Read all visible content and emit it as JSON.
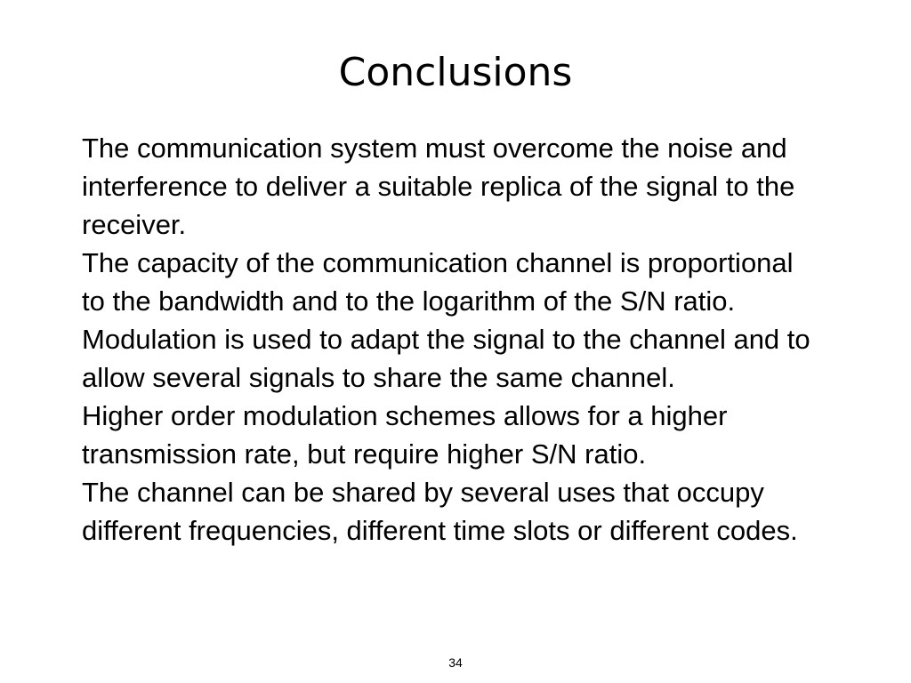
{
  "slide": {
    "title": "Conclusions",
    "paragraphs": [
      "The communication system must overcome the noise and interference to deliver a suitable replica of the signal to the receiver.",
      "The capacity of the communication channel is proportional to the bandwidth and to the logarithm of the S/N ratio.",
      "Modulation is used to adapt the signal to the channel and to allow several signals to share the same channel.",
      "Higher order modulation schemes allows for a higher transmission rate, but require higher S/N ratio.",
      "The channel can be shared by several uses that occupy different frequencies, different time slots or different codes."
    ],
    "page_number": "34"
  }
}
